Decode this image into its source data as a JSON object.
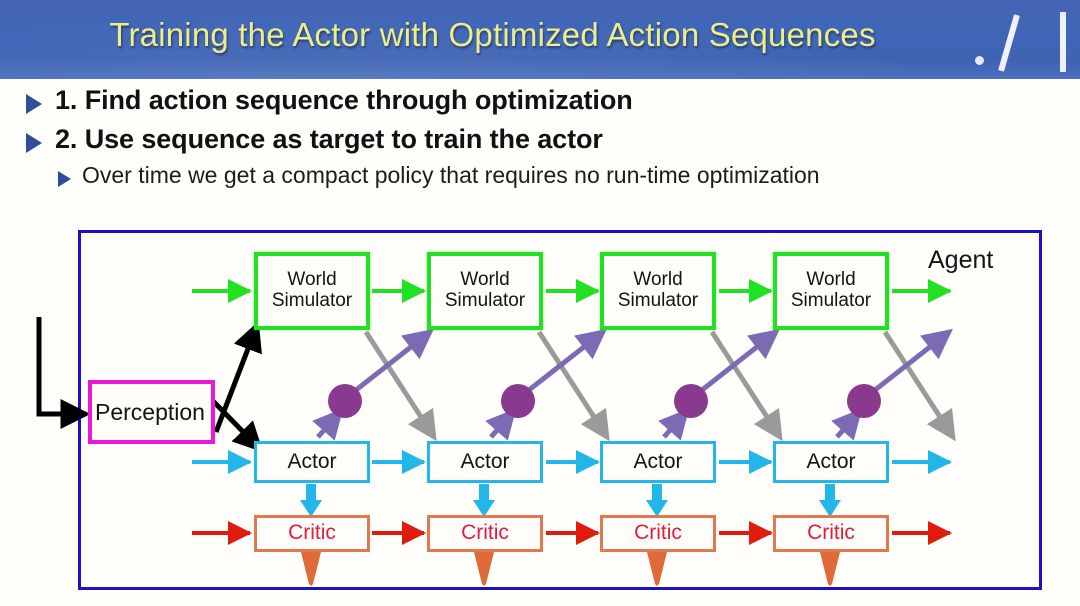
{
  "slide": {
    "title": "Training the Actor with Optimized Action Sequences",
    "title_color": "#ebef86",
    "titlebar_color": "#4066b8",
    "bullets": [
      {
        "level": 1,
        "text": "1. Find action sequence through optimization"
      },
      {
        "level": 1,
        "text": "2. Use sequence as target to train the actor"
      },
      {
        "level": 2,
        "text": "Over time we get a compact policy that requires no run-time optimization"
      }
    ],
    "decorations": [
      "dot-mark",
      "slash-mark",
      "bar-mark"
    ]
  },
  "diagram": {
    "frame_color": "#1b12c4",
    "agent_label": "Agent",
    "perception": {
      "label": "Perception",
      "border_color": "#ec18d6"
    },
    "columns": [
      {
        "world_simulator": "World Simulator",
        "actor": "Actor",
        "critic": "Critic"
      },
      {
        "world_simulator": "World Simulator",
        "actor": "Actor",
        "critic": "Critic"
      },
      {
        "world_simulator": "World Simulator",
        "actor": "Actor",
        "critic": "Critic"
      },
      {
        "world_simulator": "World Simulator",
        "actor": "Actor",
        "critic": "Critic"
      }
    ],
    "node_colors": {
      "world_simulator_border": "#22e022",
      "actor_border": "#22b7e8",
      "critic_border": "#e0794f",
      "critic_text": "#e01d3c",
      "perception_border": "#ec18d6"
    },
    "arrow_colors": {
      "world_chain": "#22e022",
      "actor_chain": "#22b7e8",
      "critic_chain": "#e01d0d",
      "state_down": "#9a9a9a",
      "action_up": "#7b6bb5",
      "actor_to_critic": "#22b7e8",
      "critic_out": "#e06a38",
      "perception_link": "#000000"
    },
    "circle_color": "#8a3a8e",
    "circle_count": 4,
    "world_simulator_label_lines": [
      "World",
      "Simulator"
    ]
  }
}
